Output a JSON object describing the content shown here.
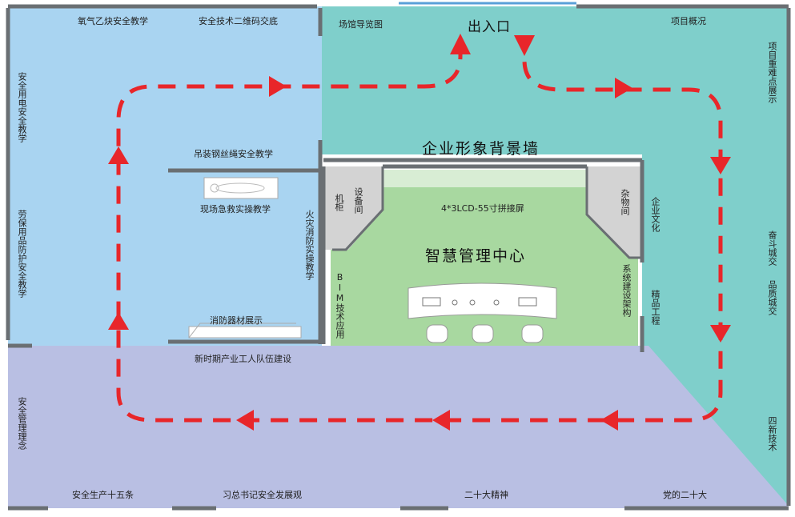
{
  "zones": {
    "oxy_acetylene": "氧气乙炔安全教学",
    "qr_code": "安全技术二维码交底",
    "venue_map": "场馆导览图",
    "entrance_exit": "出入口",
    "project_overview": "项目概况",
    "project_key_points": "项目重难点展示",
    "electric_safety": "安全用电安全教学",
    "labor_protection": "劳保用品防护安全教学",
    "wire_rope": "吊装钢丝绳安全教学",
    "first_aid": "现场急救实操教学",
    "fire_drill": "火灾消防实操教学",
    "fire_equipment": "消防器材展示",
    "corporate_wall": "企业形象背景墙",
    "machine_cabinet": "机柜",
    "equipment_room": "设备间",
    "storage_room": "杂物间",
    "corporate_culture": "企业文化",
    "lcd_screen": "4*3LCD-55寸拼接屏",
    "smart_center": "智慧管理中心",
    "bim": "BIM技术应用",
    "system_architecture": "系统建设架构",
    "quality_project": "精品工程",
    "struggle_city": "奋斗城交",
    "quality_city": "品质城交",
    "worker_team": "新时期产业工人队伍建设",
    "safety_concept": "安全管理理念",
    "four_new_tech": "四新技术",
    "fifteen_rules": "安全生产十五条",
    "xi_safety": "习总书记安全发展观",
    "twentieth_spirit": "二十大精神",
    "party_twentieth": "党的二十大"
  },
  "colors": {
    "left_zone": "#a9d4f1",
    "right_zone": "#7fcfcb",
    "bottom_zone": "#b9bfe3",
    "center_room": "#a8d8a0",
    "wall": "#6a6f73",
    "small_room": "#d3d3d3",
    "route_arrow": "#e8262a"
  },
  "icons": {
    "route": "dashed-circulation-route-arrows",
    "desk": "curved-control-desk",
    "chairs": "office-chair-icons",
    "mannequin": "cpr-mannequin-icon"
  }
}
